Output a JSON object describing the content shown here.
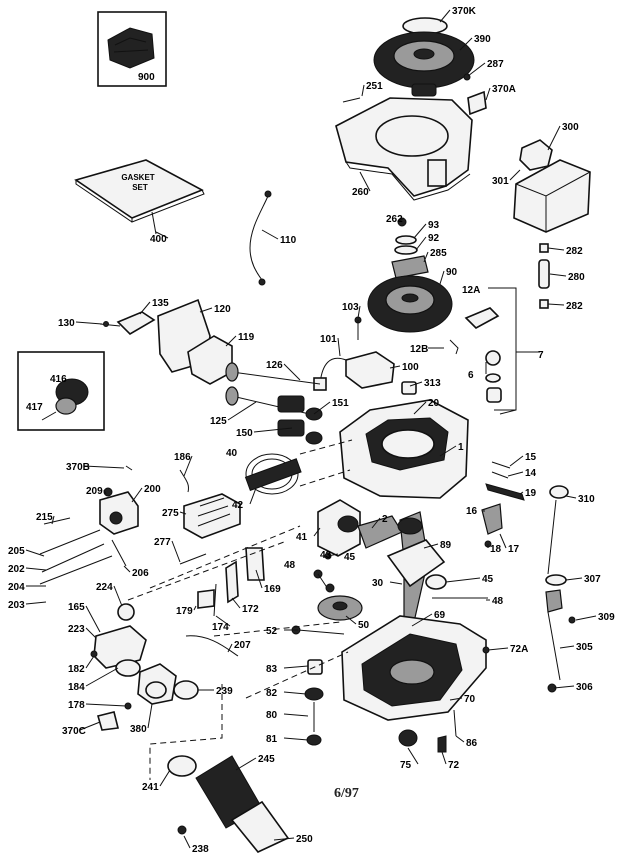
{
  "diagram": {
    "footer_code": "6/97",
    "gasket_set_text": [
      "GASKET",
      "SET"
    ],
    "callouts": [
      {
        "id": "370K",
        "label": "370K"
      },
      {
        "id": "390",
        "label": "390"
      },
      {
        "id": "287",
        "label": "287"
      },
      {
        "id": "370A",
        "label": "370A"
      },
      {
        "id": "251",
        "label": "251"
      },
      {
        "id": "300",
        "label": "300"
      },
      {
        "id": "260",
        "label": "260"
      },
      {
        "id": "301",
        "label": "301"
      },
      {
        "id": "900",
        "label": "900"
      },
      {
        "id": "400",
        "label": "400"
      },
      {
        "id": "262",
        "label": "262"
      },
      {
        "id": "93",
        "label": "93"
      },
      {
        "id": "92",
        "label": "92"
      },
      {
        "id": "285",
        "label": "285"
      },
      {
        "id": "110",
        "label": "110"
      },
      {
        "id": "282a",
        "label": "282"
      },
      {
        "id": "90",
        "label": "90"
      },
      {
        "id": "280",
        "label": "280"
      },
      {
        "id": "282b",
        "label": "282"
      },
      {
        "id": "135",
        "label": "135"
      },
      {
        "id": "120",
        "label": "120"
      },
      {
        "id": "103",
        "label": "103"
      },
      {
        "id": "12A",
        "label": "12A"
      },
      {
        "id": "130",
        "label": "130"
      },
      {
        "id": "119",
        "label": "119"
      },
      {
        "id": "101",
        "label": "101"
      },
      {
        "id": "12B",
        "label": "12B"
      },
      {
        "id": "7",
        "label": "7"
      },
      {
        "id": "126",
        "label": "126"
      },
      {
        "id": "100",
        "label": "100"
      },
      {
        "id": "6",
        "label": "6"
      },
      {
        "id": "416",
        "label": "416"
      },
      {
        "id": "313",
        "label": "313"
      },
      {
        "id": "417",
        "label": "417"
      },
      {
        "id": "151",
        "label": "151"
      },
      {
        "id": "125",
        "label": "125"
      },
      {
        "id": "20",
        "label": "20"
      },
      {
        "id": "150",
        "label": "150"
      },
      {
        "id": "40",
        "label": "40"
      },
      {
        "id": "1",
        "label": "1"
      },
      {
        "id": "186",
        "label": "186"
      },
      {
        "id": "15",
        "label": "15"
      },
      {
        "id": "370B",
        "label": "370B"
      },
      {
        "id": "14",
        "label": "14"
      },
      {
        "id": "209",
        "label": "209"
      },
      {
        "id": "200",
        "label": "200"
      },
      {
        "id": "42",
        "label": "42"
      },
      {
        "id": "19",
        "label": "19"
      },
      {
        "id": "310",
        "label": "310"
      },
      {
        "id": "275",
        "label": "275"
      },
      {
        "id": "16",
        "label": "16"
      },
      {
        "id": "215",
        "label": "215"
      },
      {
        "id": "2",
        "label": "2"
      },
      {
        "id": "205",
        "label": "205"
      },
      {
        "id": "41",
        "label": "41"
      },
      {
        "id": "89",
        "label": "89"
      },
      {
        "id": "18",
        "label": "18"
      },
      {
        "id": "17",
        "label": "17"
      },
      {
        "id": "277",
        "label": "277"
      },
      {
        "id": "202",
        "label": "202"
      },
      {
        "id": "43",
        "label": "43"
      },
      {
        "id": "45a",
        "label": "45"
      },
      {
        "id": "206",
        "label": "206"
      },
      {
        "id": "204",
        "label": "204"
      },
      {
        "id": "169",
        "label": "169"
      },
      {
        "id": "48a",
        "label": "48"
      },
      {
        "id": "30",
        "label": "30"
      },
      {
        "id": "45b",
        "label": "45"
      },
      {
        "id": "307",
        "label": "307"
      },
      {
        "id": "224",
        "label": "224"
      },
      {
        "id": "203",
        "label": "203"
      },
      {
        "id": "179",
        "label": "179"
      },
      {
        "id": "48b",
        "label": "48"
      },
      {
        "id": "172",
        "label": "172"
      },
      {
        "id": "165",
        "label": "165"
      },
      {
        "id": "50",
        "label": "50"
      },
      {
        "id": "69",
        "label": "69"
      },
      {
        "id": "309",
        "label": "309"
      },
      {
        "id": "174",
        "label": "174"
      },
      {
        "id": "223",
        "label": "223"
      },
      {
        "id": "52",
        "label": "52"
      },
      {
        "id": "207",
        "label": "207"
      },
      {
        "id": "72A",
        "label": "72A"
      },
      {
        "id": "305",
        "label": "305"
      },
      {
        "id": "182",
        "label": "182"
      },
      {
        "id": "83",
        "label": "83"
      },
      {
        "id": "184",
        "label": "184"
      },
      {
        "id": "239",
        "label": "239"
      },
      {
        "id": "306",
        "label": "306"
      },
      {
        "id": "82",
        "label": "82"
      },
      {
        "id": "70",
        "label": "70"
      },
      {
        "id": "178",
        "label": "178"
      },
      {
        "id": "80",
        "label": "80"
      },
      {
        "id": "370C",
        "label": "370C"
      },
      {
        "id": "380",
        "label": "380"
      },
      {
        "id": "81",
        "label": "81"
      },
      {
        "id": "86",
        "label": "86"
      },
      {
        "id": "245",
        "label": "245"
      },
      {
        "id": "75",
        "label": "75"
      },
      {
        "id": "72",
        "label": "72"
      },
      {
        "id": "241",
        "label": "241"
      },
      {
        "id": "250",
        "label": "250"
      },
      {
        "id": "238",
        "label": "238"
      }
    ]
  }
}
